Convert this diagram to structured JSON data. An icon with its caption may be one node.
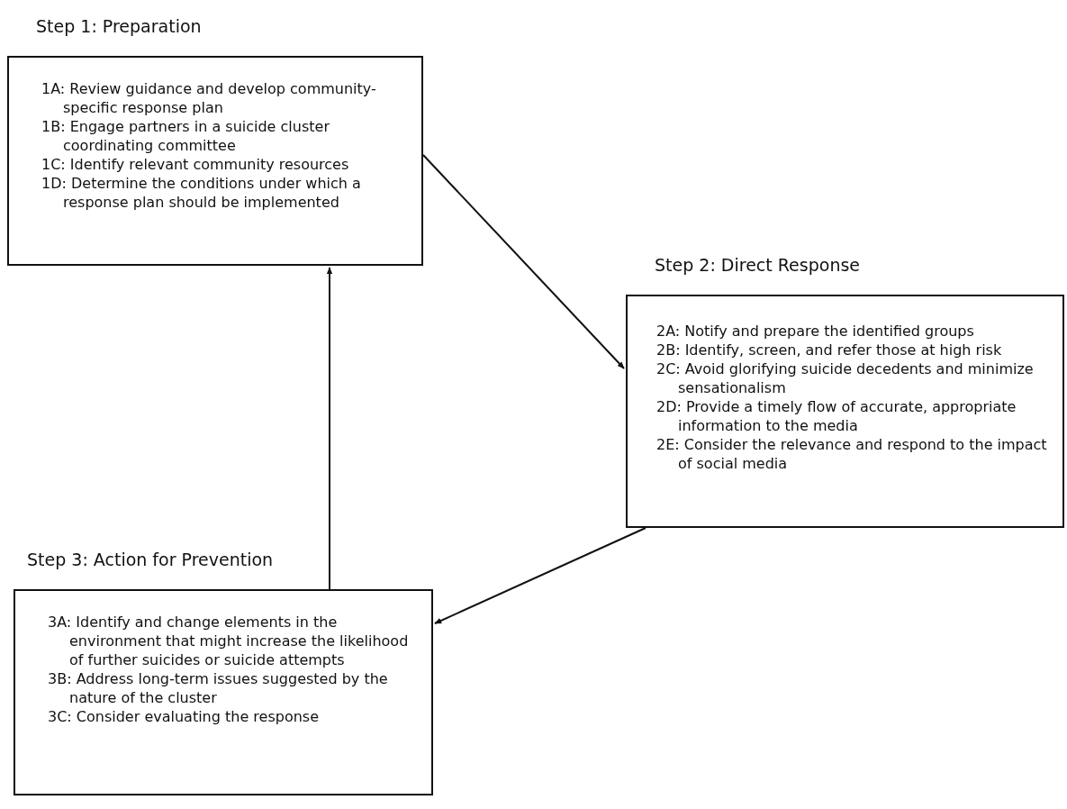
{
  "diagram": {
    "nodes": [
      {
        "text": [
          "Step 1: Preparation",
          "1A: Review guidance and develop community-specific response plan",
          "1B: Engage partners in a suicide cluster coordinating committee",
          "1C: Identify relevant community resources",
          "1D: Determine the conditions under which a response plan should be implemented"
        ]
      },
      {
        "text": [
          "Step 2: Direct Response",
          "2A: Notify and prepare the identified groups",
          "2B: Identify, screen, and refer those at high risk",
          "2C: Avoid glorifying suicide decedents and minimize sensationalism",
          "2D: Provide a timely flow of accurate, appropriate information to the media",
          "2E: Consider the relevance and respond to the impact of social media"
        ]
      },
      {
        "text": [
          "Step 3: Action for Prevention",
          "3A: Identify and change elements in the environment that might increase the likelihood of further suicides or suicide attempts",
          "3B: Address long-term issues suggested by the nature of the cluster",
          "3C: Consider evaluating the response"
        ]
      }
    ],
    "edges": [
      {
        "from": 0,
        "to": 1,
        "arrow": "to"
      },
      {
        "from": 1,
        "to": 2,
        "arrow": "to"
      },
      {
        "from": 2,
        "to": 0,
        "arrow": "to"
      }
    ]
  }
}
